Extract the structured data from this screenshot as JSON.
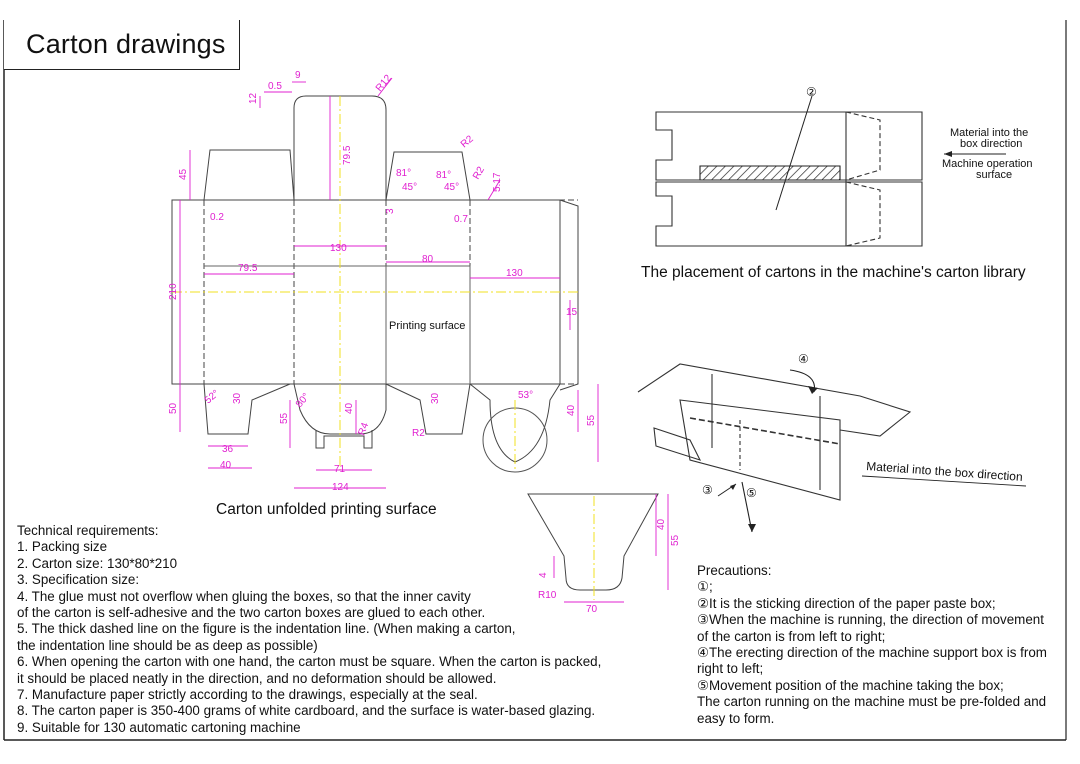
{
  "title": "Carton drawings",
  "captions": {
    "unfolded": "Carton unfolded printing surface",
    "placement": "The placement of cartons in the machine's carton library",
    "printing_surface": "Printing surface"
  },
  "labels": {
    "material_into_box_a": "Material into the",
    "material_into_box_b": "box direction",
    "machine_operation_a": "Machine operation",
    "machine_operation_b": "surface",
    "material_into_box_bottom": "Material into the box direction",
    "marker_2": "②",
    "marker_3": "③",
    "marker_4": "④",
    "marker_5": "⑤"
  },
  "dimensions": {
    "d9": "9",
    "d05": "0.5",
    "d12": "12",
    "r12": "R12",
    "d795_top": "79.5",
    "r2_top": "R2",
    "a81_left": "81°",
    "a45_left": "45°",
    "a81_right": "81°",
    "a45_right": "45°",
    "r2_right": "R2",
    "d517": "5.17",
    "d45": "45",
    "d02": "0.2",
    "d3": "3",
    "d07": "0.7",
    "d130_top": "130",
    "d795_mid": "79.5",
    "d80": "80",
    "d130_right": "130",
    "d210": "210",
    "d15": "15",
    "d50": "50",
    "a52_left": "52°",
    "d30_a": "30",
    "a80": "80°",
    "d55_left": "55",
    "d40_mid": "40",
    "r4": "R4",
    "d30_b": "30",
    "r2_bottom": "R2",
    "a53": "53°",
    "d40_right": "40",
    "d55_right": "55",
    "d36": "36",
    "d40_bottom": "40",
    "d71": "71",
    "d124": "124",
    "d40_detail": "40",
    "d55_detail": "55",
    "d4_detail": "4",
    "r10": "R10",
    "d70": "70"
  },
  "technical": [
    "Technical requirements:",
    "1. Packing size",
    "2. Carton size: 130*80*210",
    "3. Specification size:",
    "4. The glue must not overflow when gluing the boxes, so that the inner cavity",
    "of the carton is self-adhesive and the two carton boxes are glued to each other.",
    "5. The thick dashed line on the figure is the indentation line. (When making a carton,",
    "the indentation line should be as deep as possible)",
    "6. When opening the carton with one hand, the carton must be square. When the carton is packed,",
    "it should be placed neatly in the direction, and no deformation should be allowed.",
    "7. Manufacture paper strictly according to the drawings, especially at the seal.",
    "8. The carton paper is 350-400 grams of white cardboard, and the surface is water-based glazing.",
    "9. Suitable for 130 automatic cartoning machine"
  ],
  "precautions": [
    "Precautions:",
    "①;",
    "②It is the sticking direction of the paper paste box;",
    "③When the machine is running, the direction of movement",
    " of the carton is from left to right;",
    "④The erecting direction of the machine support box is from",
    " right to left;",
    "⑤Movement position of the machine taking the box;",
    "The carton running on the machine must be pre-folded and",
    "easy to form."
  ],
  "colors": {
    "dimension": "#e020d0",
    "outline": "#333333",
    "centerline": "#f0e020",
    "hatch": "#222222"
  }
}
